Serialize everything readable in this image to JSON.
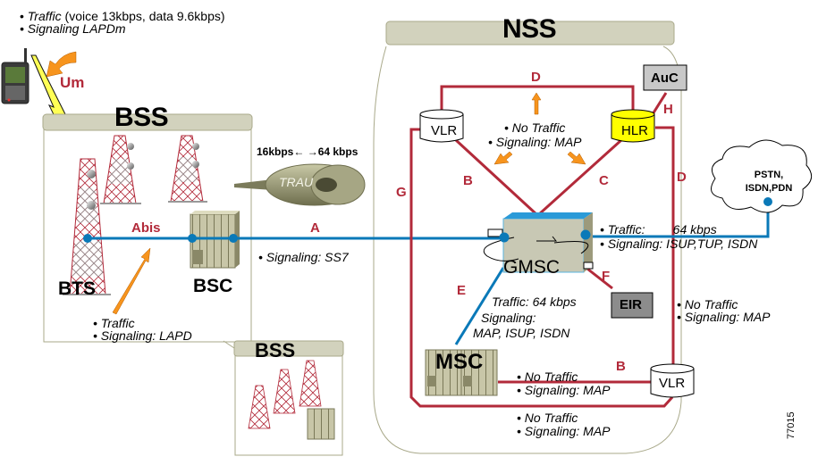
{
  "figure_id": "77015",
  "colors": {
    "interface_line": "#b22a3a",
    "traffic_line": "#0a79b8",
    "arrow": "#f7941d",
    "hlr_fill": "#ffff00",
    "box_header": "#d2d2bd",
    "auc_fill": "#c8c8c8",
    "eir_fill": "#8c8c8c"
  },
  "top_notes": {
    "line1_italic": "Traffic",
    "line1_rest": " (voice 13kbps, data 9.6kbps)",
    "line2": "Signaling LAPDm"
  },
  "bss_main": {
    "title": "BSS",
    "um_label": "Um",
    "abis_label": "Abis",
    "bts_label": "BTS",
    "bsc_label": "BSC",
    "abis_notes": [
      "Traffic",
      "Signaling: LAPD"
    ]
  },
  "trau": {
    "rate_label": "16kbps← →64 kbps",
    "label": "TRAU"
  },
  "a_interface": {
    "label": "A",
    "note": "Signaling: SS7"
  },
  "bss_small": {
    "title": "BSS"
  },
  "nss": {
    "title": "NSS",
    "nodes": {
      "vlr_top": "VLR",
      "hlr": "HLR",
      "auc": "AuC",
      "gmsc": "GMSC",
      "eir": "EIR",
      "msc": "MSC",
      "vlr_bottom": "VLR"
    },
    "interfaces": {
      "d_top": "D",
      "h": "H",
      "b_top": "B",
      "c": "C",
      "d_right": "D",
      "g": "G",
      "e": "E",
      "f": "F",
      "b_bottom": "B"
    },
    "center_notes": [
      "No Traffic",
      "Signaling: MAP"
    ],
    "gmsc_pstn_notes": [
      "Traffic:        64 kbps",
      "Signaling: ISUP,TUP, ISDN"
    ],
    "e_notes": [
      "Traffic: 64 kbps",
      "Signaling:",
      "MAP, ISUP, ISDN"
    ],
    "d_right_notes": [
      "No Traffic",
      "Signaling: MAP"
    ],
    "b_bottom_notes": [
      "No Traffic",
      "Signaling: MAP"
    ],
    "g_bottom_notes": [
      "No Traffic",
      "Signaling: MAP"
    ]
  },
  "pstn_cloud": {
    "line1": "PSTN,",
    "line2": "ISDN,PDN"
  }
}
